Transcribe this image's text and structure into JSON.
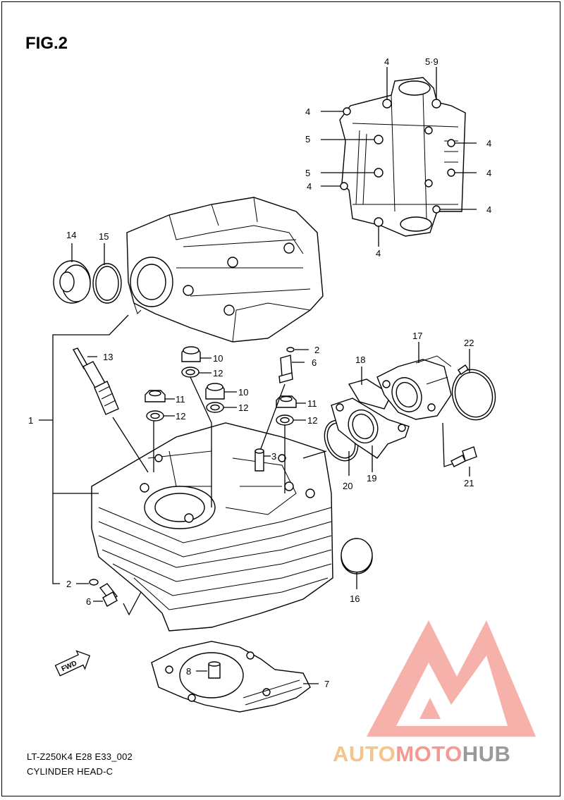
{
  "figure": {
    "title": "FIG.2",
    "model_code": "LT-Z250K4 E28 E33_002",
    "section_name": "CYLINDER HEAD-C"
  },
  "fwd_arrow": "FWD",
  "callouts": [
    {
      "id": "c1",
      "label": "1"
    },
    {
      "id": "c2a",
      "label": "2"
    },
    {
      "id": "c2b",
      "label": "2"
    },
    {
      "id": "c3",
      "label": "3"
    },
    {
      "id": "c4a",
      "label": "4"
    },
    {
      "id": "c4b",
      "label": "4"
    },
    {
      "id": "c4c",
      "label": "4"
    },
    {
      "id": "c4d",
      "label": "4"
    },
    {
      "id": "c4e",
      "label": "4"
    },
    {
      "id": "c4f",
      "label": "4"
    },
    {
      "id": "c4g",
      "label": "4"
    },
    {
      "id": "c59",
      "label": "5·9"
    },
    {
      "id": "c5a",
      "label": "5"
    },
    {
      "id": "c5b",
      "label": "5"
    },
    {
      "id": "c6a",
      "label": "6"
    },
    {
      "id": "c6b",
      "label": "6"
    },
    {
      "id": "c7",
      "label": "7"
    },
    {
      "id": "c8",
      "label": "8"
    },
    {
      "id": "c10a",
      "label": "10"
    },
    {
      "id": "c10b",
      "label": "10"
    },
    {
      "id": "c11a",
      "label": "11"
    },
    {
      "id": "c11b",
      "label": "11"
    },
    {
      "id": "c12a",
      "label": "12"
    },
    {
      "id": "c12b",
      "label": "12"
    },
    {
      "id": "c12c",
      "label": "12"
    },
    {
      "id": "c12d",
      "label": "12"
    },
    {
      "id": "c13",
      "label": "13"
    },
    {
      "id": "c14",
      "label": "14"
    },
    {
      "id": "c15",
      "label": "15"
    },
    {
      "id": "c16",
      "label": "16"
    },
    {
      "id": "c17",
      "label": "17"
    },
    {
      "id": "c18",
      "label": "18"
    },
    {
      "id": "c19",
      "label": "19"
    },
    {
      "id": "c20",
      "label": "20"
    },
    {
      "id": "c21",
      "label": "21"
    },
    {
      "id": "c22",
      "label": "22"
    }
  ],
  "watermark": {
    "word_part1": "AUTO",
    "word_part2": "MOTO",
    "word_part3": "HUB",
    "colors": {
      "triangle": "#f5a49c",
      "auto": "#f4c48a",
      "moto": "#f59a90",
      "hub": "#9a9a9a"
    }
  }
}
